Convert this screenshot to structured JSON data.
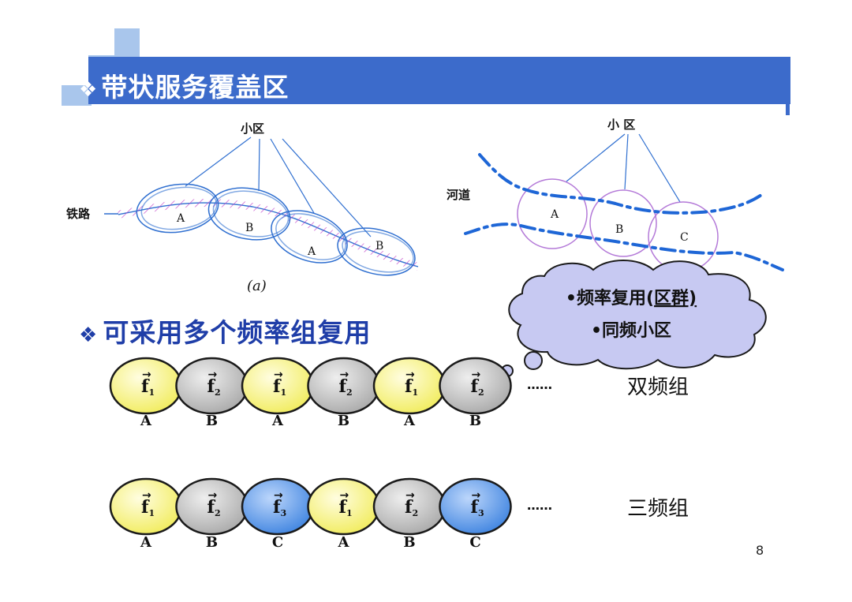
{
  "title": "带状服务覆盖区",
  "diagram_a": {
    "cell_label": "小区",
    "road_label": "铁路",
    "cells": [
      "A",
      "B",
      "A",
      "B"
    ],
    "caption": "(a)"
  },
  "diagram_b": {
    "cell_label": "小 区",
    "river_label": "河道",
    "cells": [
      "A",
      "B",
      "C"
    ]
  },
  "cloud": {
    "line1_prefix": "•频率复用(",
    "line1_underlined": "区群)",
    "line2": "•同频小区"
  },
  "heading2": "可采用多个频率组复用",
  "row1": {
    "name": "双频组",
    "freqs": [
      "f1",
      "f2",
      "f1",
      "f2",
      "f1",
      "f2"
    ],
    "labels": [
      "A",
      "B",
      "A",
      "B",
      "A",
      "B"
    ],
    "dots": "……"
  },
  "row2": {
    "name": "三频组",
    "freqs": [
      "f1",
      "f2",
      "f3",
      "f1",
      "f2",
      "f3"
    ],
    "labels": [
      "A",
      "B",
      "C",
      "A",
      "B",
      "C"
    ],
    "dots": "……"
  },
  "colors": {
    "f1": "#f4f07a",
    "f2": "#bdbdbd",
    "f3": "#5d9ae8",
    "title_bar": "#3c6bcb",
    "heading": "#1f3ea8",
    "diagram_line": "#2f6fd0",
    "cloud_fill": "#c7c9f2"
  },
  "page_number": "8"
}
